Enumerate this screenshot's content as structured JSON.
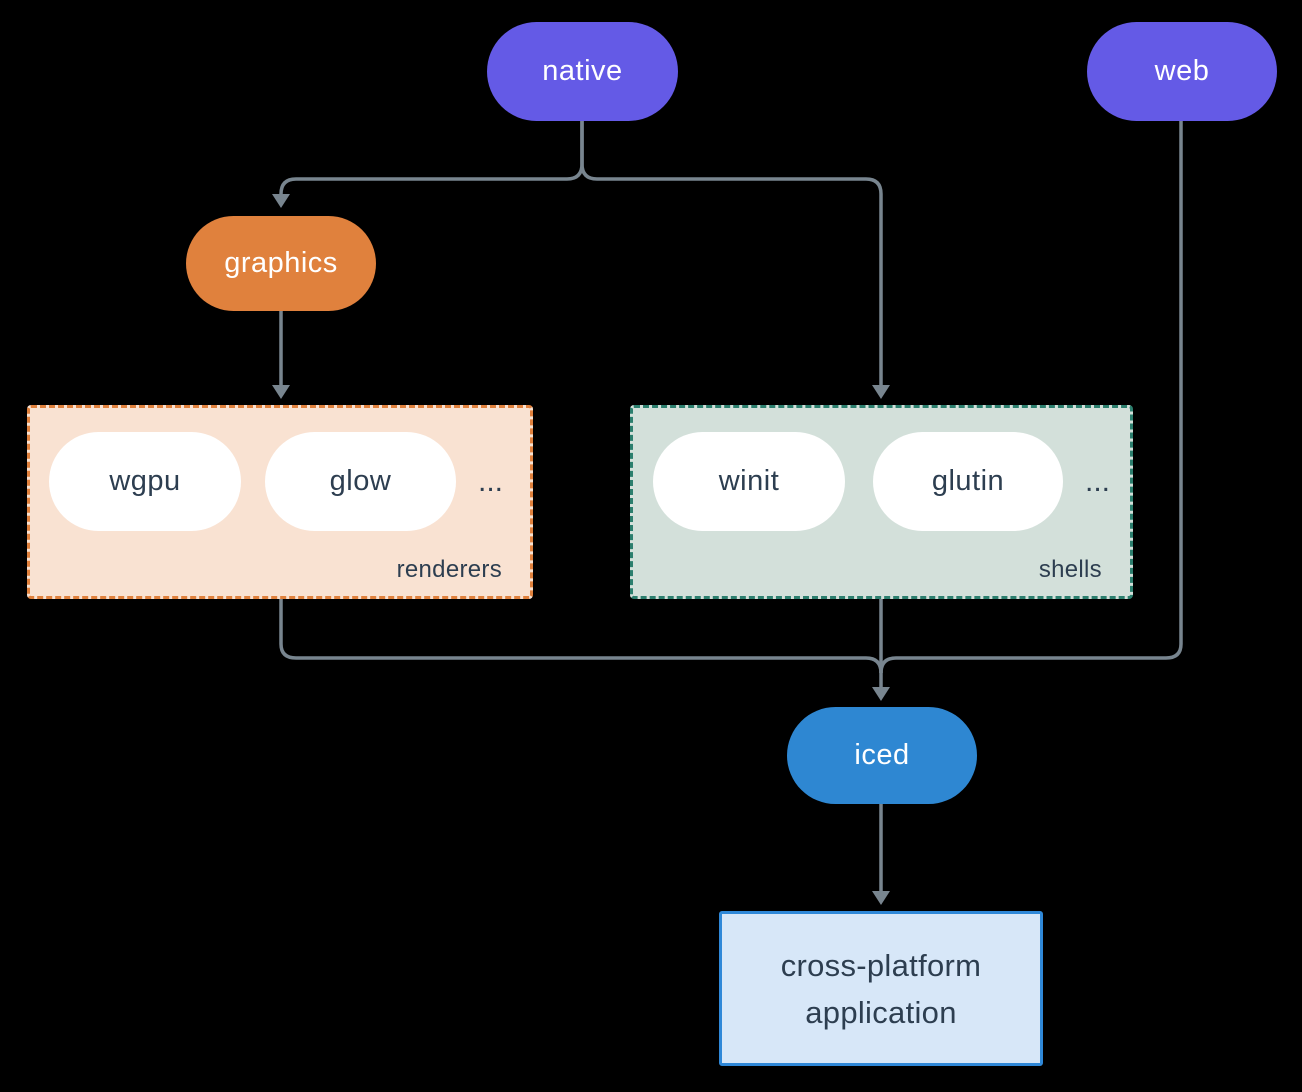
{
  "diagram": {
    "nodes": {
      "native": "native",
      "web": "web",
      "graphics": "graphics",
      "wgpu": "wgpu",
      "glow": "glow",
      "winit": "winit",
      "glutin": "glutin",
      "iced": "iced"
    },
    "groups": {
      "renderers": {
        "label": "renderers",
        "ellipsis": "...",
        "members": [
          "wgpu",
          "glow"
        ]
      },
      "shells": {
        "label": "shells",
        "ellipsis": "...",
        "members": [
          "winit",
          "glutin"
        ]
      }
    },
    "application": {
      "line1": "cross-platform",
      "line2": "application"
    },
    "edges": [
      {
        "from": "native",
        "to": "graphics"
      },
      {
        "from": "native",
        "to": "shells"
      },
      {
        "from": "graphics",
        "to": "renderers"
      },
      {
        "from": "renderers",
        "to": "iced"
      },
      {
        "from": "shells",
        "to": "iced"
      },
      {
        "from": "web",
        "to": "iced"
      },
      {
        "from": "iced",
        "to": "cross-platform application"
      }
    ],
    "colors": {
      "background": "#000000",
      "platform_pill": "#645ae6",
      "graphics_pill": "#e0813d",
      "iced_pill": "#2e87d2",
      "member_pill": "#ffffff",
      "renderers_bg": "#f9e2d2",
      "renderers_border": "#e0813d",
      "shells_bg": "#d3e0da",
      "shells_border": "#2c7f6e",
      "app_bg": "#d7e7f8",
      "app_border": "#2f88d8",
      "connector": "#78858f",
      "dark_text": "#2d3e50"
    }
  }
}
